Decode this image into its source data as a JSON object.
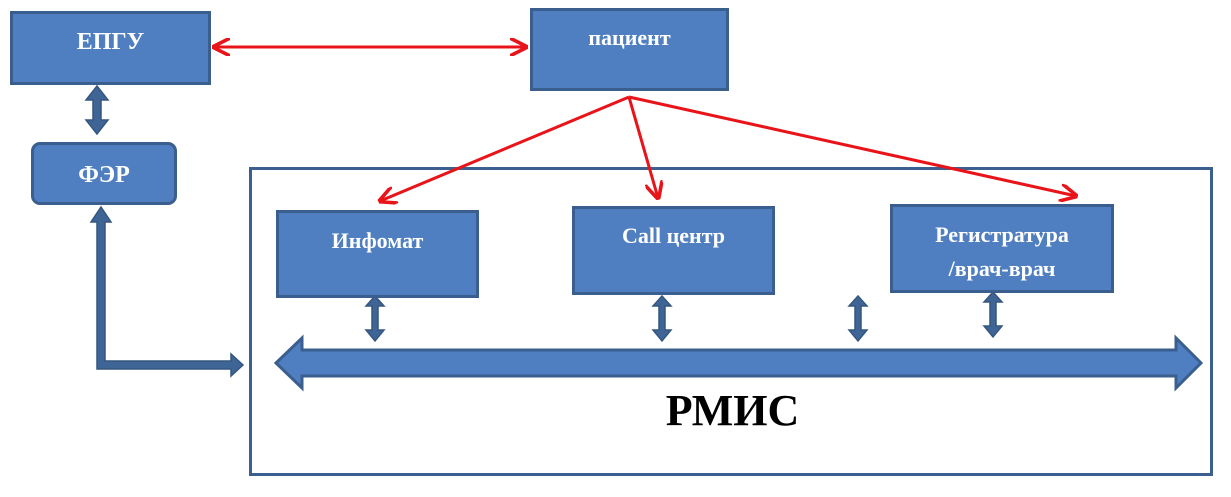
{
  "diagram": {
    "nodes": {
      "epgu": {
        "label": "ЕПГУ"
      },
      "patient": {
        "label": "пациент"
      },
      "fer": {
        "label": "ФЭР"
      },
      "infomat": {
        "label": "Инфомат"
      },
      "callcenter": {
        "label": "Call центр"
      },
      "registry": {
        "line1": "Регистратура",
        "line2": "/врач-врач"
      }
    },
    "rmis": {
      "label": "РМИС"
    },
    "colors": {
      "node_fill": "#4f7fc0",
      "node_border": "#3a5f8f",
      "link_arrow": "#e8141a",
      "flow_arrow": "#3f6596",
      "frame": "#3b5f8f"
    },
    "connections": [
      {
        "from": "epgu",
        "to": "patient",
        "kind": "bidirectional",
        "color": "red"
      },
      {
        "from": "patient",
        "to": "infomat",
        "kind": "directed",
        "color": "red"
      },
      {
        "from": "patient",
        "to": "callcenter",
        "kind": "directed",
        "color": "red"
      },
      {
        "from": "patient",
        "to": "registry",
        "kind": "directed",
        "color": "red"
      },
      {
        "from": "epgu",
        "to": "fer",
        "kind": "bidirectional",
        "color": "blue"
      },
      {
        "from": "fer",
        "to": "rmis",
        "kind": "bidirectional",
        "color": "blue"
      },
      {
        "from": "infomat",
        "to": "rmis",
        "kind": "bidirectional",
        "color": "blue"
      },
      {
        "from": "callcenter",
        "to": "rmis",
        "kind": "bidirectional",
        "color": "blue"
      },
      {
        "from": "registry",
        "to": "rmis",
        "kind": "bidirectional",
        "color": "blue"
      }
    ]
  }
}
